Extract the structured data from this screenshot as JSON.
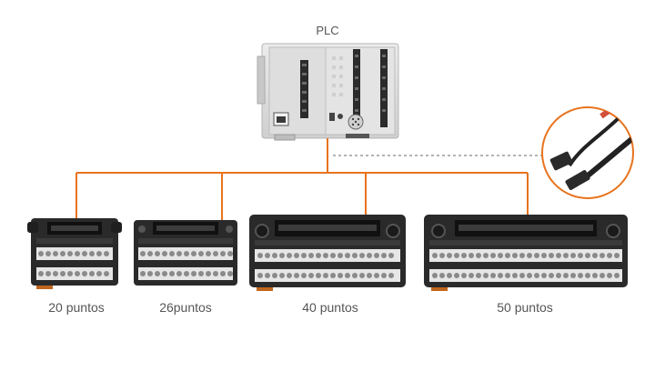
{
  "plc": {
    "label": "PLC"
  },
  "terminal_blocks": [
    {
      "label": "20 puntos"
    },
    {
      "label": "26puntos"
    },
    {
      "label": "40 puntos"
    },
    {
      "label": "50 puntos"
    }
  ],
  "colors": {
    "connection_line": "#e8731e",
    "cable_callout_border": "#e8731e",
    "dashed_link": "#9a9a9a",
    "device_body": "#d9d9d9",
    "terminal_block_body": "#2a2a2a",
    "screw_terminal": "#e6e6e6"
  }
}
